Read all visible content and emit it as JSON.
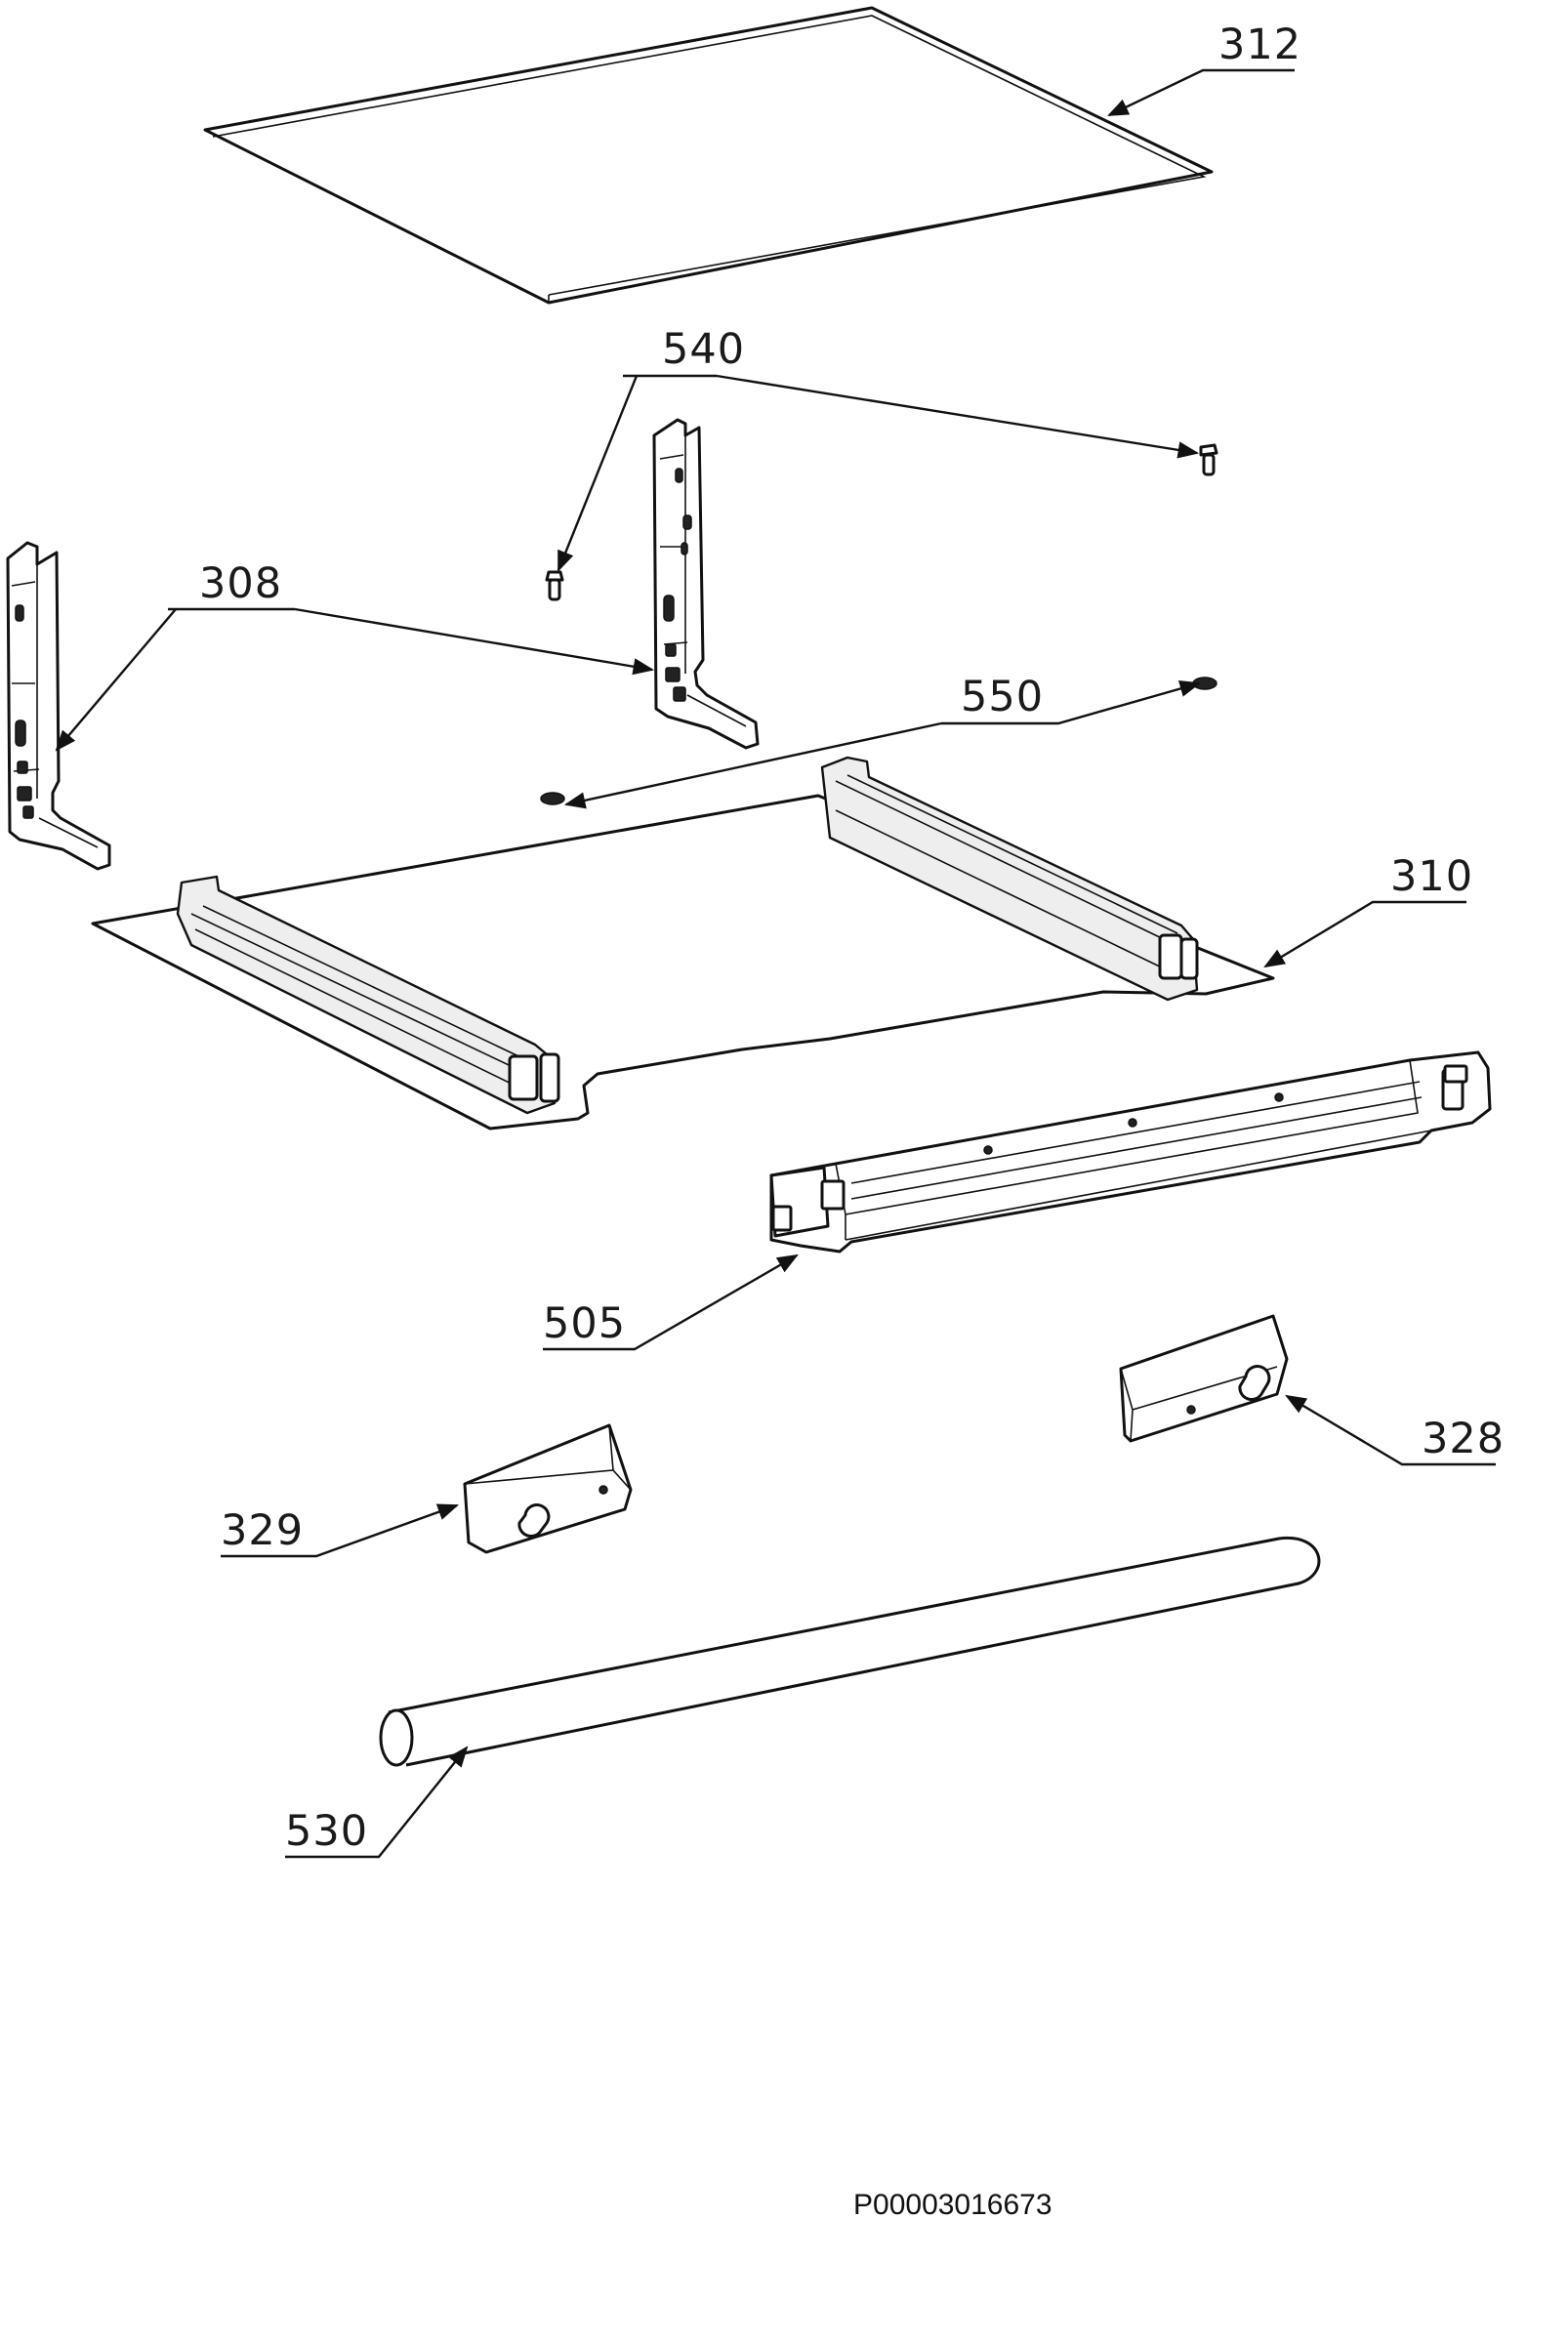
{
  "diagram": {
    "callouts": {
      "c312": "312",
      "c540": "540",
      "c308": "308",
      "c550": "550",
      "c310": "310",
      "c505": "505",
      "c328": "328",
      "c329": "329",
      "c530": "530"
    },
    "drawing_code": "P00003016673"
  }
}
